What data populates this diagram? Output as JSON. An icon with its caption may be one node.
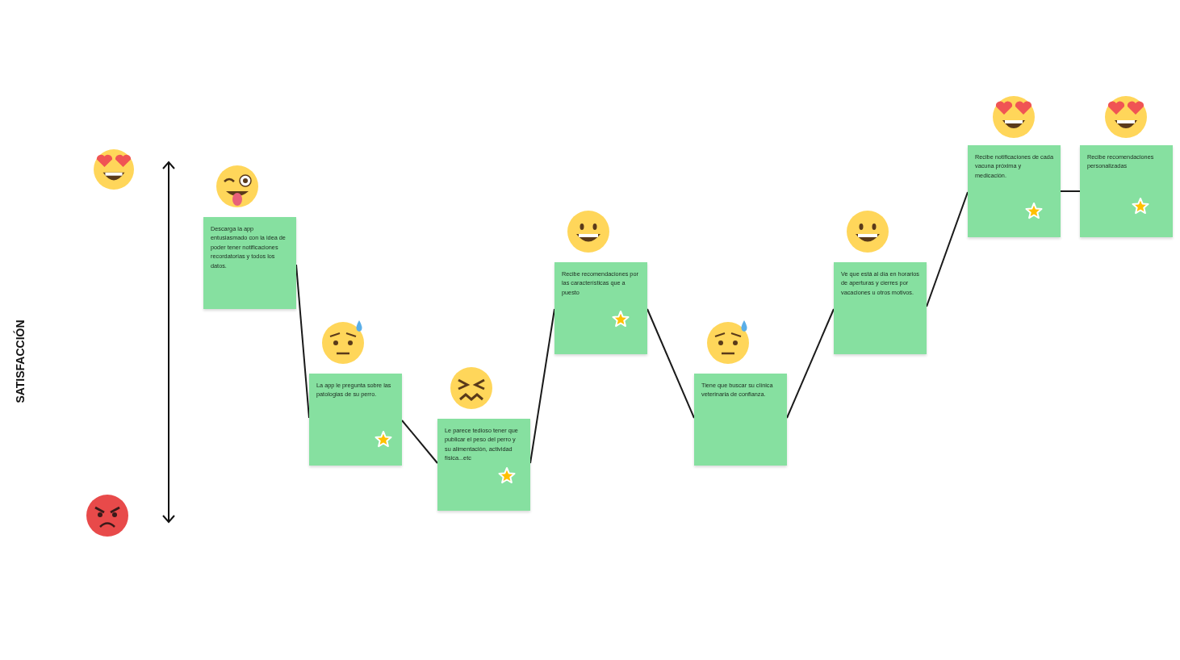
{
  "diagram": {
    "nodes": [
      {
        "text": [
          "Descarga la app entusiasmado con la idea de poder tener notificaciones recordatorias y todos los datos."
        ]
      },
      {
        "text": [
          "La app le pregunta sobre las patologias de su perro."
        ]
      },
      {
        "text": [
          "Le parece tedioso tener que publicar el peso del perro y su alimentación, actividad física...etc"
        ]
      },
      {
        "text": [
          "Recibe recomendaciones por las características que a puesto"
        ]
      },
      {
        "text": [
          "Tiene que buscar su clínica veterinaria de confianza."
        ]
      },
      {
        "text": [
          "Ve que está al día en horarios de aperturas y cierres por vacaciones u otros motivos."
        ]
      },
      {
        "text": [
          "Recibe notificaciones de cada vacuna próxima y medicación."
        ]
      },
      {
        "text": [
          "Recibe recomendaciones personalizadas"
        ]
      }
    ],
    "edges": [
      {
        "from": 0,
        "to": 1,
        "arrow": "none"
      },
      {
        "from": 1,
        "to": 2,
        "arrow": "none"
      },
      {
        "from": 2,
        "to": 3,
        "arrow": "none"
      },
      {
        "from": 3,
        "to": 4,
        "arrow": "none"
      },
      {
        "from": 4,
        "to": 5,
        "arrow": "none"
      },
      {
        "from": 5,
        "to": 6,
        "arrow": "none"
      },
      {
        "from": 6,
        "to": 7,
        "arrow": "none"
      }
    ],
    "labels": [
      "SATISFACCIÓN"
    ]
  }
}
